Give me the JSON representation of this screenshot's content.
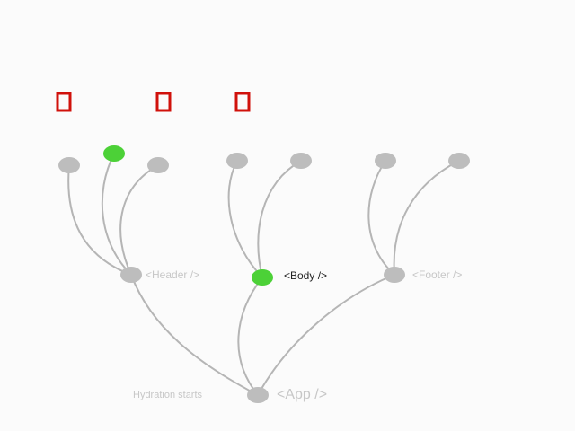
{
  "diagram": {
    "labels": {
      "header": "<Header />",
      "body": "<Body />",
      "footer": "<Footer />",
      "app": "<App />",
      "hydration": "Hydration starts"
    },
    "colors": {
      "background": "#fbfbfb",
      "node_default": "#bdbdbd",
      "node_active": "#4cd137",
      "edge": "#b5b5b5",
      "marker": "#d0110b",
      "text_faded": "#c7c7c7",
      "text_active": "#222222"
    },
    "nodes": [
      {
        "id": "app",
        "state": "default"
      },
      {
        "id": "header",
        "state": "default"
      },
      {
        "id": "body",
        "state": "active"
      },
      {
        "id": "footer",
        "state": "default"
      },
      {
        "id": "header-child-1",
        "state": "default"
      },
      {
        "id": "header-child-2",
        "state": "active"
      },
      {
        "id": "header-child-3",
        "state": "default"
      },
      {
        "id": "body-child-1",
        "state": "default"
      },
      {
        "id": "body-child-2",
        "state": "default"
      },
      {
        "id": "footer-child-1",
        "state": "default"
      },
      {
        "id": "footer-child-2",
        "state": "default"
      }
    ],
    "edges": [
      {
        "from": "app",
        "to": "header"
      },
      {
        "from": "app",
        "to": "body"
      },
      {
        "from": "app",
        "to": "footer"
      },
      {
        "from": "header",
        "to": "header-child-1"
      },
      {
        "from": "header",
        "to": "header-child-2"
      },
      {
        "from": "header",
        "to": "header-child-3"
      },
      {
        "from": "body",
        "to": "body-child-1"
      },
      {
        "from": "body",
        "to": "body-child-2"
      },
      {
        "from": "footer",
        "to": "footer-child-1"
      },
      {
        "from": "footer",
        "to": "footer-child-2"
      }
    ],
    "markers": [
      {
        "id": "marker-1",
        "shape": "hollow-square"
      },
      {
        "id": "marker-2",
        "shape": "hollow-square"
      },
      {
        "id": "marker-3",
        "shape": "hollow-square"
      }
    ]
  }
}
